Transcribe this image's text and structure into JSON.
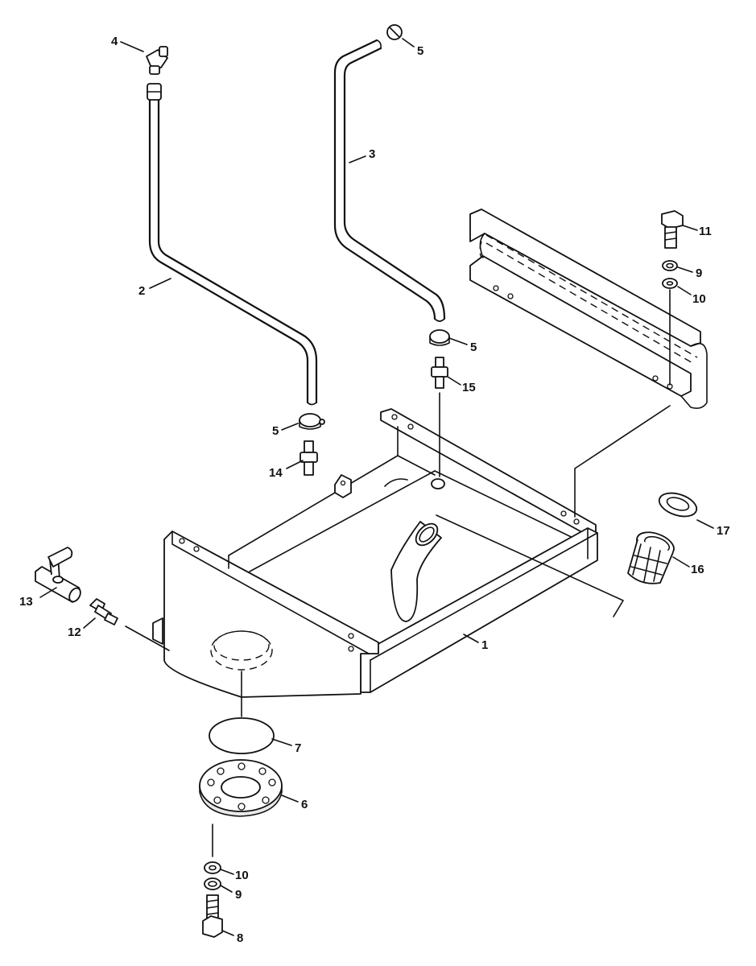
{
  "callouts": [
    {
      "id": "c1",
      "text": "1"
    },
    {
      "id": "c2",
      "text": "2"
    },
    {
      "id": "c3",
      "text": "3"
    },
    {
      "id": "c4",
      "text": "4"
    },
    {
      "id": "c5a",
      "text": "5"
    },
    {
      "id": "c5b",
      "text": "5"
    },
    {
      "id": "c5c",
      "text": "5"
    },
    {
      "id": "c6",
      "text": "6"
    },
    {
      "id": "c7",
      "text": "7"
    },
    {
      "id": "c8",
      "text": "8"
    },
    {
      "id": "c9a",
      "text": "9"
    },
    {
      "id": "c9b",
      "text": "9"
    },
    {
      "id": "c10a",
      "text": "10"
    },
    {
      "id": "c10b",
      "text": "10"
    },
    {
      "id": "c11",
      "text": "11"
    },
    {
      "id": "c12",
      "text": "12"
    },
    {
      "id": "c13",
      "text": "13"
    },
    {
      "id": "c14",
      "text": "14"
    },
    {
      "id": "c15",
      "text": "15"
    },
    {
      "id": "c16",
      "text": "16"
    },
    {
      "id": "c17",
      "text": "17"
    }
  ]
}
